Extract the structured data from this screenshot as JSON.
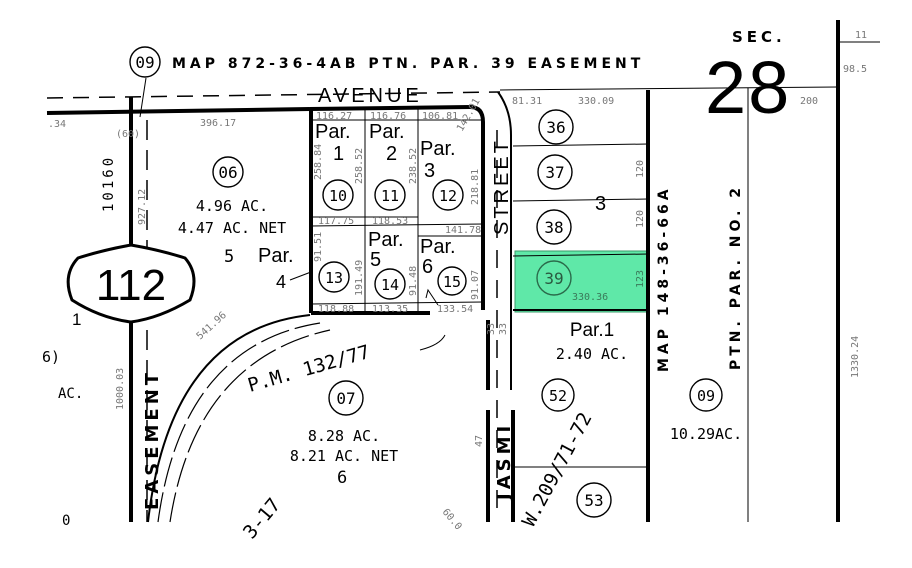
{
  "header": {
    "map_note_circle": "09",
    "map_note": "MAP 872-36-4AB PTN. PAR. 39 EASEMENT",
    "section_label": "SEC.",
    "section_number": "28"
  },
  "streets": {
    "avenue": "AVENUE",
    "street": "STREET",
    "jasmine_partial": "JASMI",
    "easement": "EASEMENT",
    "route_shield": "112"
  },
  "highlight_color": "#5fe8a8",
  "parcels": {
    "p06": {
      "num": "06",
      "area": "4.96 AC.",
      "net": "4.47 AC. NET"
    },
    "p07": {
      "num": "07",
      "area": "8.28 AC.",
      "net": "8.21 AC. NET",
      "sub": "6"
    },
    "p09": {
      "num": "09",
      "area": "10.29AC."
    },
    "p10": {
      "num": "10",
      "par": "Par.",
      "par_num": "1"
    },
    "p11": {
      "num": "11",
      "par": "Par.",
      "par_num": "2"
    },
    "p12": {
      "num": "12",
      "par": "Par.",
      "par_num": "3"
    },
    "p13": {
      "num": "13",
      "par": "Par.",
      "par_num": "4"
    },
    "p14": {
      "num": "14",
      "par": "Par.",
      "par_num": "5"
    },
    "p15": {
      "num": "15",
      "par": "Par.",
      "par_num": "6"
    },
    "p36": {
      "num": "36"
    },
    "p37": {
      "num": "37"
    },
    "p38": {
      "num": "38"
    },
    "p39": {
      "num": "39",
      "highlighted": true
    },
    "p52": {
      "num": "52"
    },
    "p53": {
      "num": "53"
    },
    "par1": {
      "label": "Par.1",
      "area": "2.40 AC."
    }
  },
  "labels": {
    "lot5": "5",
    "lot3": "3",
    "lot1": "1",
    "left_ac": "AC.",
    "left_partial": "6)",
    "book_10160": "10160",
    "pm_132": "P.M. 132/77",
    "pm_209": "W.209/71-72",
    "pm_partial": "3-17",
    "map_148": "MAP 148-36-66A",
    "ptn_par": "PTN. PAR. NO. 2",
    "bottom_left": "0"
  },
  "dimensions": {
    "d1": ".34",
    "d2": "(60)",
    "d3": "396.17",
    "d4": "927.12",
    "d5": "116.27",
    "d6": "116.76",
    "d7": "106.81",
    "d8": "258.84",
    "d9": "258.52",
    "d10": "238.52",
    "d11": "117.75",
    "d12": "118.53",
    "d13": "91.51",
    "d14": "191.49",
    "d15": "91.48",
    "d16": "141.78",
    "d17": "91.07",
    "d18": "118.88",
    "d19": "113.35",
    "d20": "133.54",
    "d21": "81.31",
    "d22": "330.09",
    "d23": "120",
    "d24": "120",
    "d25": "123",
    "d26": "330.36",
    "d27": "200",
    "d28": "98.5",
    "d29": "11",
    "d30": "1330.24",
    "d31": "541.96",
    "d32": "1000.03",
    "d33": "33",
    "d34": "33",
    "d35": "47",
    "d36": "60.0",
    "d37": "142.01",
    "d38": "218.81"
  }
}
